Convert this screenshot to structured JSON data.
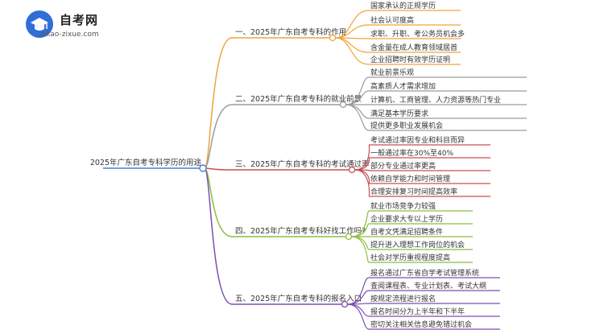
{
  "logo": {
    "title": "自考网",
    "url": "zikao-zixue.com",
    "icon": "graduation-cap-icon"
  },
  "root": {
    "label": "2025年广东自考专科学历的用途"
  },
  "branches": [
    {
      "label": "一、2025年广东自考专科的作用",
      "color": "#f0a33a",
      "leaves": [
        "国家承认的正规学历",
        "社会认可度高",
        "求职、升职、考公务员机会多",
        "含金量在成人教育领域居首",
        "企业招聘时有效学历证明"
      ]
    },
    {
      "label": "二、2025年广东自考专科的就业前景",
      "color": "#9b9b9b",
      "leaves": [
        "就业前景乐观",
        "高素质人才需求增加",
        "计算机、工商管理、人力资源等热门专业",
        "满足基本学历要求",
        "提供更多职业发展机会"
      ]
    },
    {
      "label": "三、2025年广东自考专科的考试通过率",
      "color": "#c94f4f",
      "leaves": [
        "考试通过率因专业和科目而异",
        "一般通过率在30%至40%",
        "部分专业通过率更高",
        "依赖自学能力和时间管理",
        "合理安排复习时间提高效率"
      ]
    },
    {
      "label": "四、2025年广东自考专科好找工作吗?",
      "color": "#8bbf3c",
      "leaves": [
        "就业市场竞争力较强",
        "企业要求大专以上学历",
        "自考文凭满足招聘条件",
        "提升进入理想工作岗位的机会",
        "社会对学历重视程度提高"
      ]
    },
    {
      "label": "五、2025年广东自考专科的报名入口",
      "color": "#7b4fb0",
      "leaves": [
        "报名通过广东省自学考试管理系统",
        "查阅课程表、专业计划表、考试大纲",
        "按规定流程进行报名",
        "报名时间分为上半年和下半年",
        "密切关注相关信息避免错过机会"
      ]
    }
  ]
}
